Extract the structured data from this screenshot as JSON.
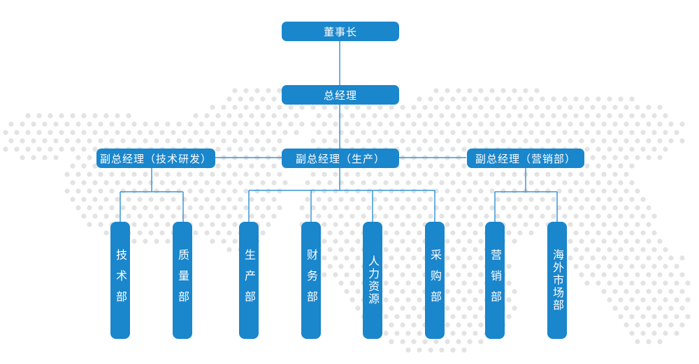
{
  "colors": {
    "node": "#1a86cc",
    "line": "#3a95d6",
    "dots": "#e3e3e3"
  },
  "chairman": "董事长",
  "general_manager": "总经理",
  "deputies": [
    {
      "label": "副总经理（技术研发）"
    },
    {
      "label": "副总经理（生产）"
    },
    {
      "label": "副总经理（营销部）"
    }
  ],
  "departments": [
    {
      "label": "技术部"
    },
    {
      "label": "质量部"
    },
    {
      "label": "生产部"
    },
    {
      "label": "财务部"
    },
    {
      "label": "人力资源"
    },
    {
      "label": "采购部"
    },
    {
      "label": "营销部"
    },
    {
      "label": "海外市场部"
    }
  ]
}
